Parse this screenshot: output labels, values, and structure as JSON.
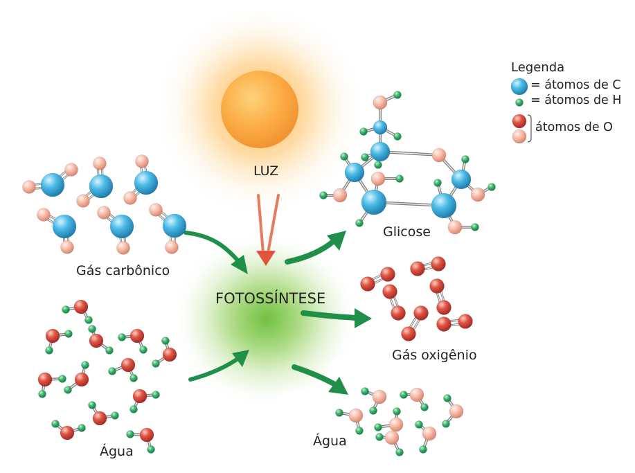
{
  "labels": {
    "luz": "LUZ",
    "center": "FOTOSSÍNTESE",
    "co2": "Gás carbônico",
    "water_in": "Água",
    "glucose": "Glicose",
    "oxygen": "Gás oxigênio",
    "water_out": "Água"
  },
  "legend": {
    "title": "Legenda",
    "carbon": "= átomos de C",
    "hydrogen": "= átomos de H",
    "oxygen": "átomos de O"
  },
  "colors": {
    "carbon": "#33a9da",
    "hydrogen": "#2fa860",
    "oxygen_dark": "#dc4a3c",
    "oxygen_light": "#f6b3a2",
    "bond": "#9a9a9a",
    "arrow_green": "#2a9a55",
    "arrow_red": "#e06046",
    "glow_green": "#7ec84a",
    "sun": "#f8a43a"
  }
}
